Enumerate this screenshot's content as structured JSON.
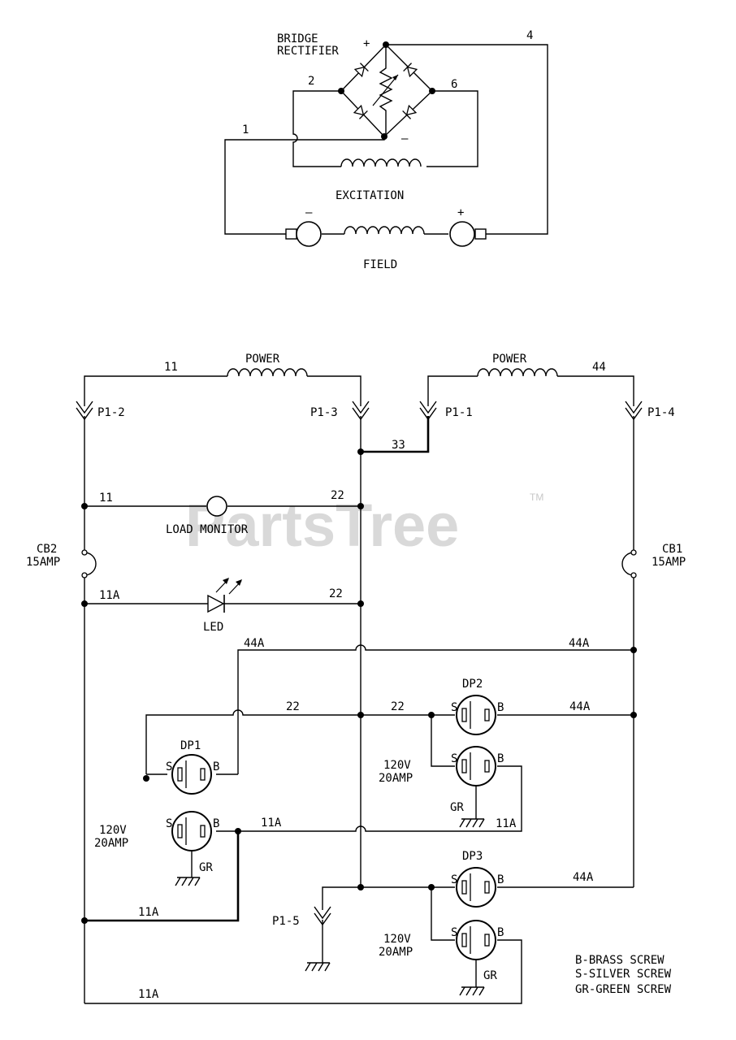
{
  "watermark": {
    "text": "PartsTree",
    "tm": "TM"
  },
  "top": {
    "bridge_line1": "BRIDGE",
    "bridge_line2": "RECTIFIER",
    "plus": "+",
    "minus": "–",
    "w1": "1",
    "w2": "2",
    "w4": "4",
    "w6": "6",
    "excitation": "EXCITATION",
    "field": "FIELD",
    "field_minus": "–",
    "field_plus": "+"
  },
  "bottom": {
    "power_left": "POWER",
    "power_right": "POWER",
    "w11_top": "11",
    "w44_top": "44",
    "p1_2": "P1-2",
    "p1_3": "P1-3",
    "p1_1": "P1-1",
    "p1_4": "P1-4",
    "p1_5": "P1-5",
    "w33": "33",
    "w11_load": "11",
    "w22_load": "22",
    "load_monitor": "LOAD MONITOR",
    "cb2_name": "CB2",
    "cb2_rating": "15AMP",
    "cb1_name": "CB1",
    "cb1_rating": "15AMP",
    "w11a_led": "11A",
    "w22_led": "22",
    "led": "LED",
    "w44a_left": "44A",
    "w44a_right": "44A",
    "w22_dp1": "22",
    "w22_dp2": "22",
    "dp1": "DP1",
    "dp2": "DP2",
    "dp3": "DP3",
    "s": "S",
    "b": "B",
    "w44a_dp2": "44A",
    "w44a_dp3": "44A",
    "volts": "120V",
    "amps": "20AMP",
    "gr": "GR",
    "w11a_dp1": "11A",
    "w11a_dp2": "11A",
    "w11a_left": "11A",
    "w11a_bottom": "11A"
  },
  "legend": {
    "line1": "B-BRASS SCREW",
    "line2": "S-SILVER SCREW",
    "line3": "GR-GREEN SCREW"
  }
}
